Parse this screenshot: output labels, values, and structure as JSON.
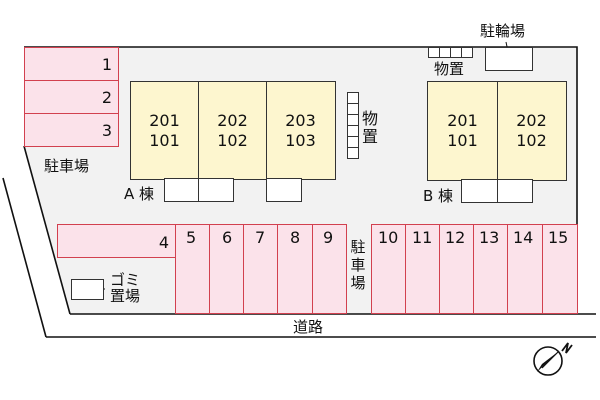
{
  "site_plan": {
    "colors": {
      "site_fill": "#f2f2f2",
      "parking_fill": "#fbe2ea",
      "parking_border": "#d2404f",
      "building_fill": "#fdf6cf",
      "line": "#111111"
    },
    "labels": {
      "parking_left": "駐車場",
      "parking_middle": "駐車場",
      "bicycle_parking": "駐輪場",
      "storage_a": "物置",
      "storage_b": "物置",
      "garbage": "ゴミ置場",
      "garbage_line1": "ゴミ",
      "garbage_line2": "置場",
      "road": "道路",
      "building_a": "A 棟",
      "building_b": "B 棟"
    },
    "buildings": {
      "a": {
        "name": "A 棟",
        "units": [
          {
            "upper": "201",
            "lower": "101"
          },
          {
            "upper": "202",
            "lower": "102"
          },
          {
            "upper": "203",
            "lower": "103"
          }
        ]
      },
      "b": {
        "name": "B 棟",
        "units": [
          {
            "upper": "201",
            "lower": "101"
          },
          {
            "upper": "202",
            "lower": "102"
          }
        ]
      }
    },
    "parking": {
      "left_stack": [
        "1",
        "2",
        "3"
      ],
      "row_single": "4",
      "row_a": [
        "5",
        "6",
        "7",
        "8",
        "9"
      ],
      "row_b": [
        "10",
        "11",
        "12",
        "13",
        "14",
        "15"
      ]
    },
    "compass": {
      "north_label": "N"
    }
  }
}
